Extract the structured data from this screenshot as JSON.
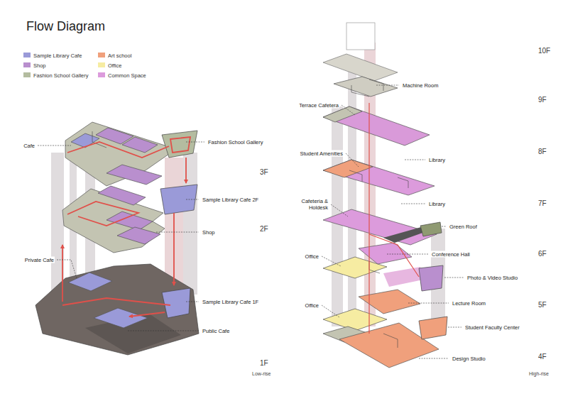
{
  "diagram": {
    "title": "Flow Diagram",
    "labels": [
      "Cafe",
      "Fashion School Gallery",
      "3F",
      "Sample Library Cafe 2F",
      "2F",
      "Shop",
      "Private Cafe",
      "Sample Library Cafe 1F",
      "Public Cafe",
      "1F",
      "Low-rise",
      "10F",
      "Machine Room",
      "9F",
      "Terrace Cafetera",
      "Student Amenities",
      "Library",
      "8F",
      "Cafeteria & Holdesk",
      "Library",
      "7F",
      "Green Roof",
      "6F",
      "Conference Hall",
      "Office",
      "Photo & Video Studio",
      "Lecture Room",
      "Office",
      "5F",
      "Student Faculty Center",
      "Design Studio",
      "4F",
      "High-rise"
    ],
    "legend": [
      {
        "text": "Sample Library Cafe",
        "color": "#9a9ad8"
      },
      {
        "text": "Shop",
        "color": "#b98fce"
      },
      {
        "text": "Fashion School Gallery",
        "color": "#b4bca0"
      },
      {
        "text": "Art school",
        "color": "#f0a07c"
      },
      {
        "text": "Office",
        "color": "#f6eca2"
      },
      {
        "text": "Common Space",
        "color": "#dc9bdc"
      }
    ]
  }
}
